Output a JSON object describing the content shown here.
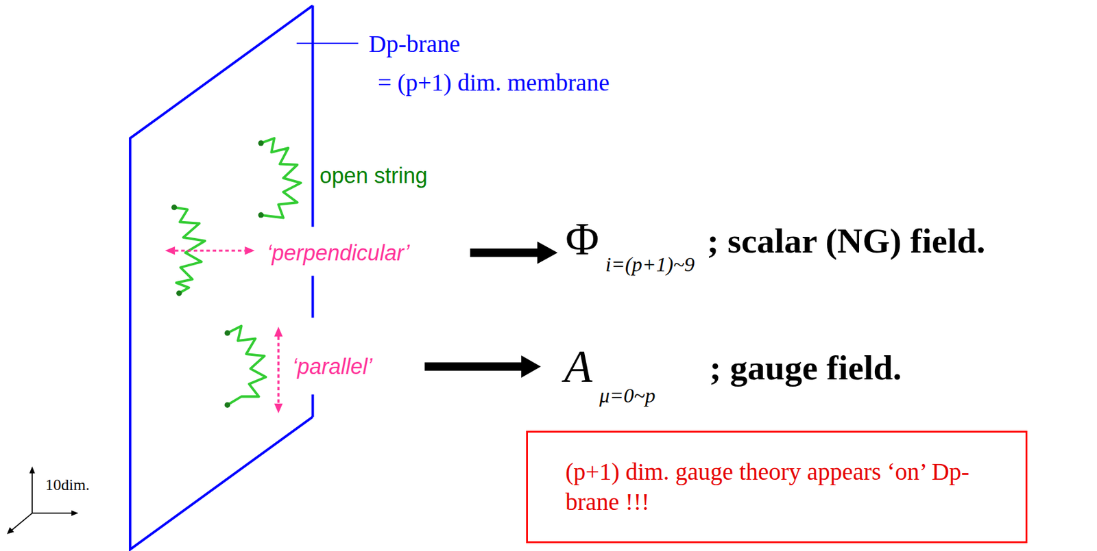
{
  "diagram": {
    "nodes": [
      {
        "text": [
          "(p+1) dim. gauge theory appears ‘on’ Dp-brane !!!"
        ]
      }
    ],
    "labels": [
      "Dp-brane",
      "= (p+1) dim. membrane",
      "open string",
      "‘perpendicular’",
      "Φ",
      "i=(p+1)~9",
      "; scalar (NG) field.",
      "‘parallel’",
      "A",
      "μ=0~p",
      "; gauge field.",
      "10dim."
    ]
  }
}
